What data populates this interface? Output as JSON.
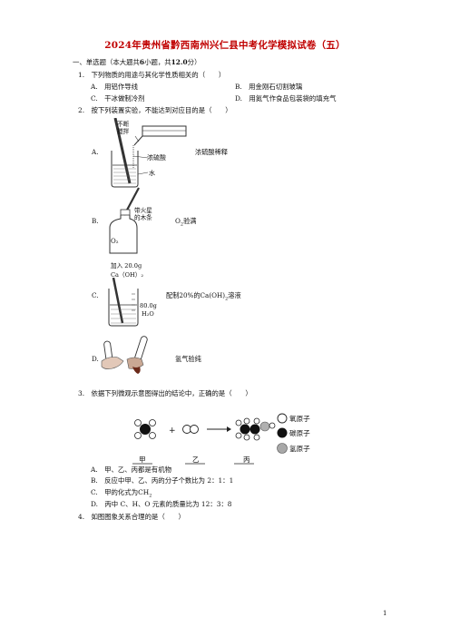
{
  "title": "2024年贵州省黔西南州兴仁县中考化学模拟试卷（五）",
  "section": {
    "prefix": "一、单选题（本大题共",
    "count": "6",
    "middle": "小题，共",
    "score": "12.0",
    "suffix": "分）"
  },
  "q1": {
    "stem": "1.　下列物质的用途与其化学性质相关的（　　）",
    "options": {
      "A": "A.　用铝作导线",
      "B": "B.　用金刚石切割玻璃",
      "C": "C.　干冰做制冷剂",
      "D": "D.　用氮气作食品包装袋的填充气"
    }
  },
  "q2": {
    "stem": "2.　按下列装置实验，不能达到对应目的是（　　）",
    "A": {
      "letter": "A.",
      "caption": "浓硫酸稀释",
      "label_stir": "不断\n搅拌",
      "label_acid": "浓硫酸",
      "label_water": "水"
    },
    "B": {
      "letter": "B.",
      "caption_main": "O",
      "caption_sub": "2",
      "caption_tail": "验满",
      "label_splint": "带火星\n的木条",
      "label_o2": "O₂"
    },
    "C": {
      "letter": "C.",
      "caption_pre": "配制20%的Ca(OH)",
      "caption_sub": "2",
      "caption_tail": "溶液",
      "label_add1": "加入 20.0g",
      "label_add2": "Ca（OH）₂",
      "label_water1": "80.0g",
      "label_water2": "H₂O"
    },
    "D": {
      "letter": "D.",
      "caption": "氢气验纯"
    }
  },
  "q3": {
    "stem": "3.　依据下列微观示意图得出的结论中，正确的是（　　）",
    "legend": {
      "o": "氧原子",
      "c": "碳原子",
      "h": "氢原子"
    },
    "labels": {
      "jia": "甲",
      "yi": "乙",
      "bing": "丙"
    },
    "plus": "+",
    "options": {
      "A": "A.　甲、乙、丙都是有机物",
      "B": "B.　反应中甲、乙、丙的分子个数比为 2：1：1",
      "C_pre": "C.　甲的化式为CH",
      "C_sub": "2",
      "D": "D.　丙中 C、H、O 元素的质量比为 12：3：8"
    }
  },
  "q4": {
    "stem": "4.　如图图象关系合理的是（　　）"
  },
  "page_number": "1"
}
